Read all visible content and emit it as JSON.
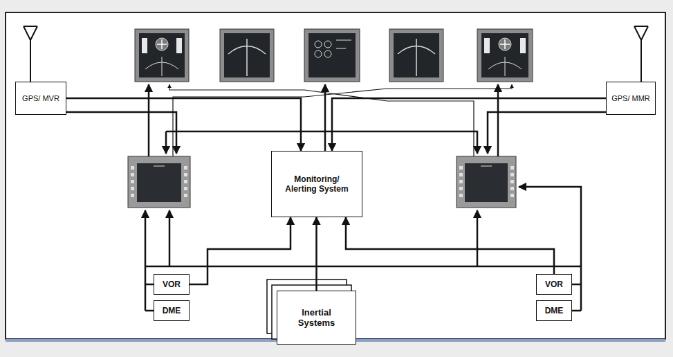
{
  "diagram": {
    "nodes": [
      {
        "text": [
          "GPS/ MVR"
        ]
      },
      {
        "text": [
          "GPS/ MMR"
        ]
      },
      {
        "text": [
          "Monitoring/ Alerting System"
        ]
      },
      {
        "text": [
          "VOR"
        ]
      },
      {
        "text": [
          "DME"
        ]
      },
      {
        "text": [
          "Inertial Systems"
        ]
      },
      {
        "text": [
          "VOR"
        ]
      },
      {
        "text": [
          "DME"
        ]
      }
    ],
    "edges": [
      {
        "from": 0,
        "to": 2,
        "arrow": "to"
      },
      {
        "from": 1,
        "to": 2,
        "arrow": "to"
      },
      {
        "from": 5,
        "to": 2,
        "arrow": "to"
      },
      {
        "from": 3,
        "to": 2,
        "arrow": "to"
      },
      {
        "from": 6,
        "to": 2,
        "arrow": "to"
      }
    ]
  }
}
